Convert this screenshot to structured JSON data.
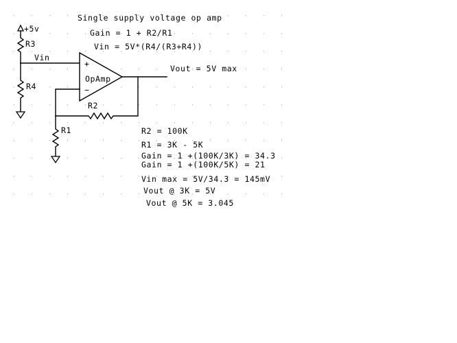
{
  "diagram": {
    "title": "Single supply voltage op amp",
    "formulas": {
      "gain": "Gain = 1 + R2/R1",
      "vin": "Vin = 5V*(R4/(R3+R4))"
    },
    "labels": {
      "supply": "+5v",
      "r3": "R3",
      "r4": "R4",
      "r1": "R1",
      "r2": "R2",
      "vin_node": "Vin",
      "opamp": "OpAmp",
      "plus": "+",
      "minus": "−",
      "vout": "Vout = 5V max"
    },
    "calculations": [
      "R2 = 100K",
      "R1 = 3K - 5K",
      "Gain = 1 +(100K/3K) = 34.3",
      "Gain = 1 +(100K/5K) = 21",
      "Vin max = 5V/34.3 = 145mV",
      "Vout @ 3K = 5V",
      "Vout @ 5K = 3.045"
    ],
    "colors": {
      "wire": "#000000",
      "grid": "#b8b8b8",
      "background": "#ffffff"
    }
  }
}
